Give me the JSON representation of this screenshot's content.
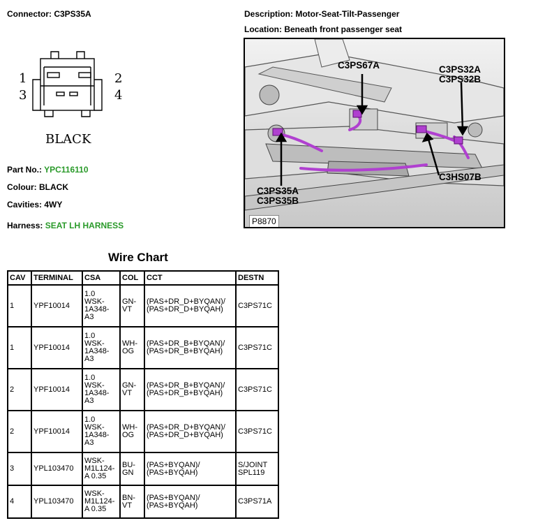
{
  "header": {
    "connector_label": "Connector: C3PS35A",
    "description_label": "Description: Motor-Seat-Tilt-Passenger",
    "location_label": "Location: Beneath front passenger seat"
  },
  "connector": {
    "pins": [
      "1",
      "2",
      "3",
      "4"
    ],
    "color_text": "BLACK"
  },
  "details": {
    "part_no_label": "Part No.: ",
    "part_no_value": "YPC116110",
    "colour_label": "Colour: BLACK",
    "cavities_label": "Cavities: 4WY",
    "harness_label": "Harness: ",
    "harness_value": "SEAT LH HARNESS"
  },
  "photo": {
    "callouts": {
      "c3ps67a": "C3PS67A",
      "c3ps32a": "C3PS32A",
      "c3ps32b": "C3PS32B",
      "c3hs07b": "C3HS07B",
      "c3ps35a": "C3PS35A",
      "c3ps35b": "C3PS35B"
    },
    "ref": "P8870",
    "highlight_color": "#b040d0"
  },
  "wire_chart": {
    "title": "Wire Chart",
    "headers": [
      "CAV",
      "TERMINAL",
      "CSA",
      "COL",
      "CCT",
      "DESTN"
    ],
    "rows": [
      {
        "cav": "1",
        "terminal": "YPF10014",
        "csa": "1.0\nWSK-\n1A348-\nA3",
        "col": "GN-\nVT",
        "cct": "(PAS+DR_D+BYQAN)/\n(PAS+DR_D+BYQAH)",
        "destn": "C3PS71C"
      },
      {
        "cav": "1",
        "terminal": "YPF10014",
        "csa": "1.0\nWSK-\n1A348-\nA3",
        "col": "WH-\nOG",
        "cct": "(PAS+DR_B+BYQAN)/\n(PAS+DR_B+BYQAH)",
        "destn": "C3PS71C"
      },
      {
        "cav": "2",
        "terminal": "YPF10014",
        "csa": "1.0\nWSK-\n1A348-\nA3",
        "col": "GN-\nVT",
        "cct": "(PAS+DR_B+BYQAN)/\n(PAS+DR_B+BYQAH)",
        "destn": "C3PS71C"
      },
      {
        "cav": "2",
        "terminal": "YPF10014",
        "csa": "1.0\nWSK-\n1A348-\nA3",
        "col": "WH-\nOG",
        "cct": "(PAS+DR_D+BYQAN)/\n(PAS+DR_D+BYQAH)",
        "destn": "C3PS71C"
      },
      {
        "cav": "3",
        "terminal": "YPL103470",
        "csa": "WSK-\nM1L124-\nA 0.35",
        "col": "BU-\nGN",
        "cct": "(PAS+BYQAN)/\n(PAS+BYQAH)",
        "destn": "S/JOINT\nSPL119"
      },
      {
        "cav": "4",
        "terminal": "YPL103470",
        "csa": "WSK-\nM1L124-\nA 0.35",
        "col": "BN-\nVT",
        "cct": "(PAS+BYQAN)/\n(PAS+BYQAH)",
        "destn": "C3PS71A"
      }
    ]
  }
}
